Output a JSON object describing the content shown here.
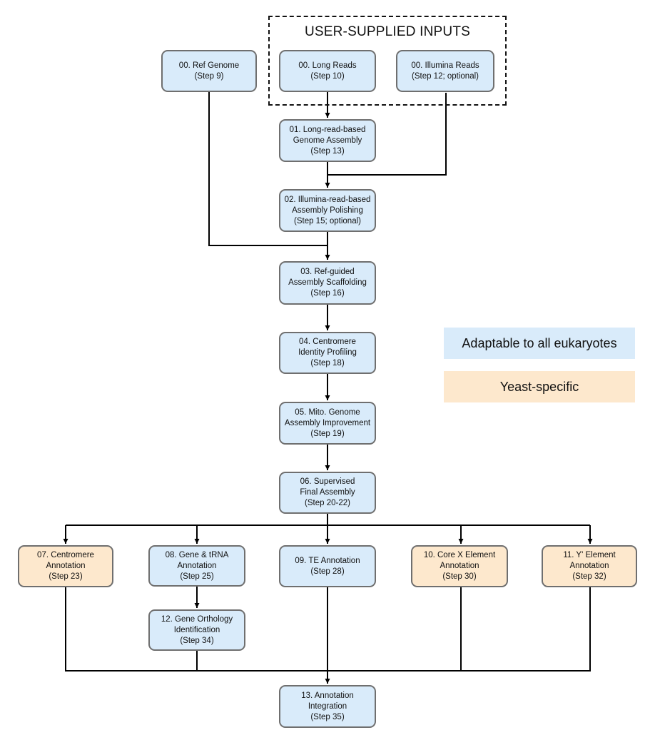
{
  "inputs_group": {
    "title": "USER-SUPPLIED INPUTS"
  },
  "nodes": {
    "ref_genome": {
      "lines": [
        "00. Ref Genome",
        "(Step 9)"
      ],
      "category": "adaptable"
    },
    "long_reads": {
      "lines": [
        "00. Long Reads",
        "(Step 10)"
      ],
      "category": "adaptable"
    },
    "illumina_reads": {
      "lines": [
        "00. Illumina Reads",
        "(Step 12; optional)"
      ],
      "category": "adaptable"
    },
    "n01": {
      "lines": [
        "01. Long-read-based",
        "Genome Assembly",
        "(Step 13)"
      ],
      "category": "adaptable"
    },
    "n02": {
      "lines": [
        "02. Illumina-read-based",
        "Assembly Polishing",
        "(Step 15; optional)"
      ],
      "category": "adaptable"
    },
    "n03": {
      "lines": [
        "03. Ref-guided",
        "Assembly Scaffolding",
        "(Step 16)"
      ],
      "category": "adaptable"
    },
    "n04": {
      "lines": [
        "04. Centromere",
        "Identity Profiling",
        "(Step 18)"
      ],
      "category": "adaptable"
    },
    "n05": {
      "lines": [
        "05. Mito. Genome",
        "Assembly Improvement",
        "(Step 19)"
      ],
      "category": "adaptable"
    },
    "n06": {
      "lines": [
        "06. Supervised",
        "Final Assembly",
        "(Step 20-22)"
      ],
      "category": "adaptable"
    },
    "n07": {
      "lines": [
        "07. Centromere",
        "Annotation",
        "(Step 23)"
      ],
      "category": "yeast"
    },
    "n08": {
      "lines": [
        "08. Gene & tRNA",
        "Annotation",
        "(Step 25)"
      ],
      "category": "adaptable"
    },
    "n09": {
      "lines": [
        "09. TE Annotation",
        "(Step 28)"
      ],
      "category": "adaptable"
    },
    "n10": {
      "lines": [
        "10. Core X Element",
        "Annotation",
        "(Step 30)"
      ],
      "category": "yeast"
    },
    "n11": {
      "lines": [
        "11. Y' Element",
        "Annotation",
        "(Step 32)"
      ],
      "category": "yeast"
    },
    "n12": {
      "lines": [
        "12. Gene Orthology",
        "Identification",
        "(Step 34)"
      ],
      "category": "adaptable"
    },
    "n13": {
      "lines": [
        "13. Annotation",
        "Integration",
        "(Step 35)"
      ],
      "category": "adaptable"
    }
  },
  "legend": {
    "adaptable": {
      "label": "Adaptable to all eukaryotes",
      "color": "#d9ebfa"
    },
    "yeast": {
      "label": "Yeast-specific",
      "color": "#fde8cd"
    }
  },
  "edges": [
    [
      "long_reads",
      "n01"
    ],
    [
      "n01",
      "n02"
    ],
    [
      "illumina_reads",
      "n02"
    ],
    [
      "n02",
      "n03"
    ],
    [
      "ref_genome",
      "n03"
    ],
    [
      "n03",
      "n04"
    ],
    [
      "n04",
      "n05"
    ],
    [
      "n05",
      "n06"
    ],
    [
      "n06",
      "n07"
    ],
    [
      "n06",
      "n08"
    ],
    [
      "n06",
      "n09"
    ],
    [
      "n06",
      "n10"
    ],
    [
      "n06",
      "n11"
    ],
    [
      "n08",
      "n12"
    ],
    [
      "n07",
      "n13"
    ],
    [
      "n12",
      "n13"
    ],
    [
      "n09",
      "n13"
    ],
    [
      "n10",
      "n13"
    ],
    [
      "n11",
      "n13"
    ]
  ]
}
